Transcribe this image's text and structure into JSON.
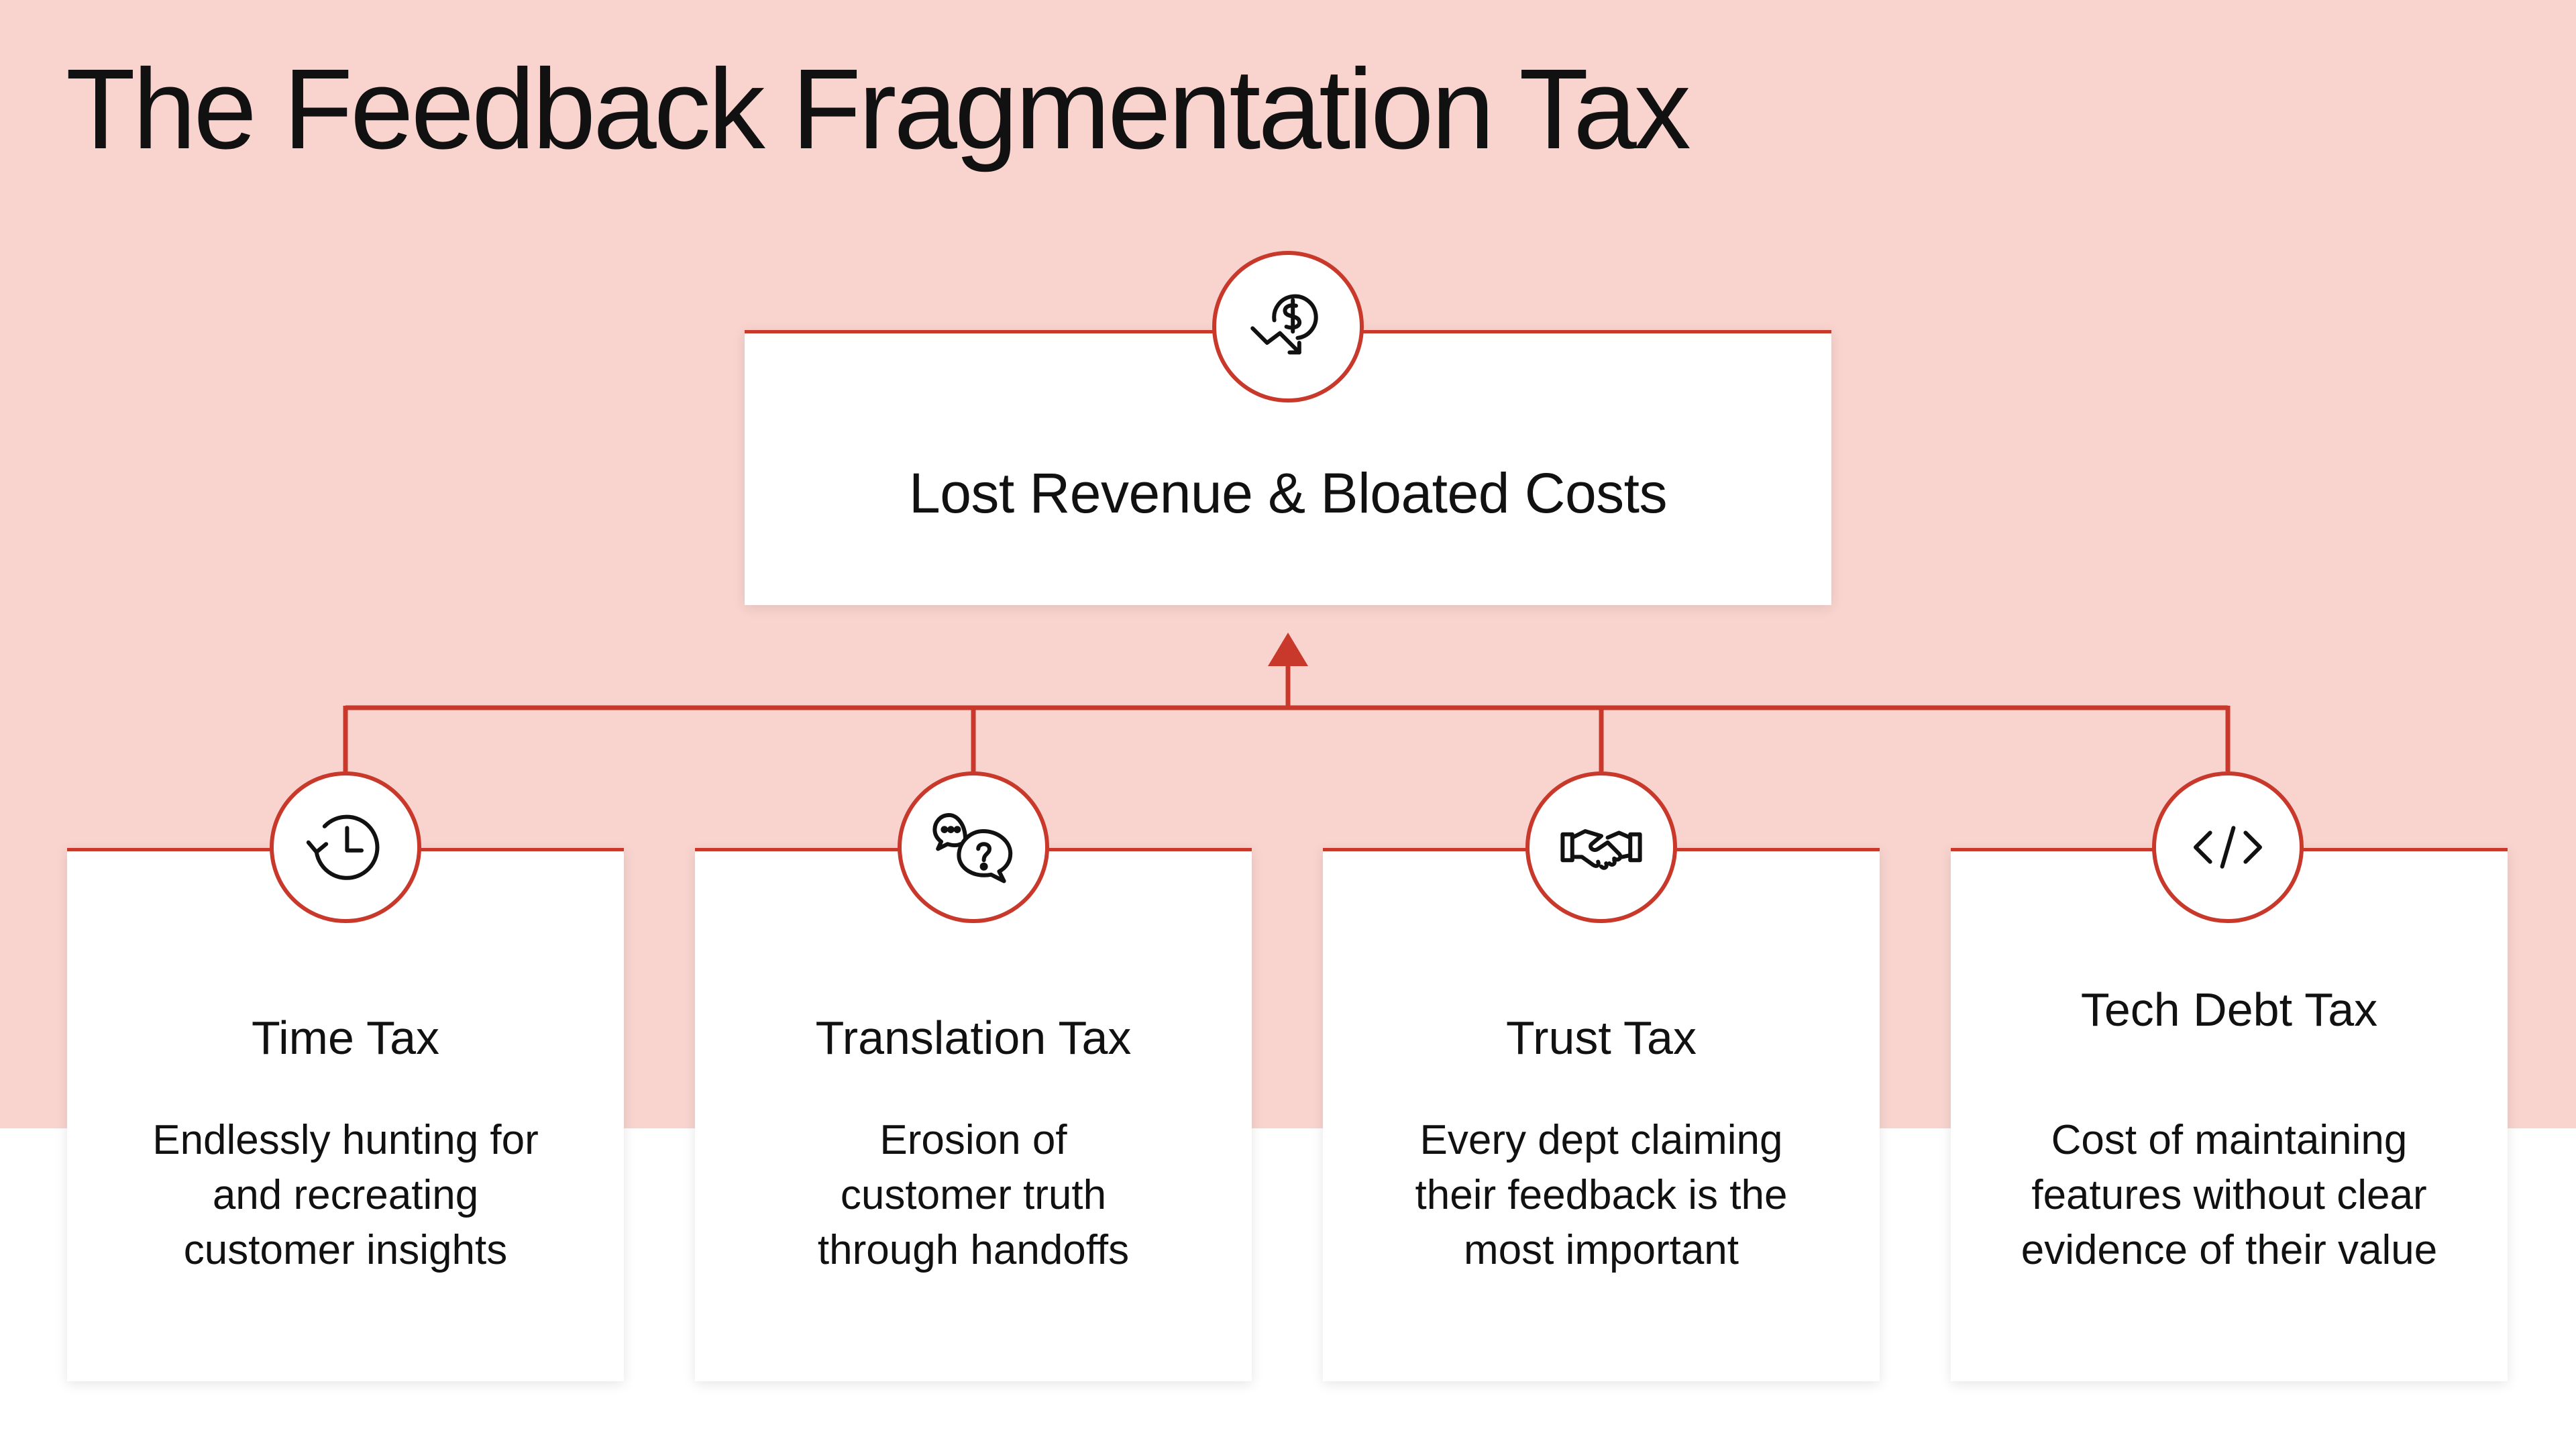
{
  "title": "The Feedback Fragmentation Tax",
  "colors": {
    "background_top": "#f9d4cf",
    "accent": "#c8382b",
    "card": "#ffffff",
    "text": "#111111"
  },
  "root": {
    "label": "Lost Revenue & Bloated Costs",
    "icon": "money-down-icon"
  },
  "taxes": [
    {
      "title": "Time Tax",
      "description": "Endlessly hunting for\nand recreating\ncustomer insights",
      "icon": "clock-history-icon"
    },
    {
      "title": "Translation Tax",
      "description": "Erosion of\ncustomer truth\nthrough handoffs",
      "icon": "chat-question-icon"
    },
    {
      "title": "Trust Tax",
      "description": "Every dept claiming\ntheir feedback is the\nmost important",
      "icon": "handshake-icon"
    },
    {
      "title": "Tech Debt Tax",
      "description": "Cost of maintaining\nfeatures without clear\nevidence of their value",
      "icon": "code-icon"
    }
  ]
}
